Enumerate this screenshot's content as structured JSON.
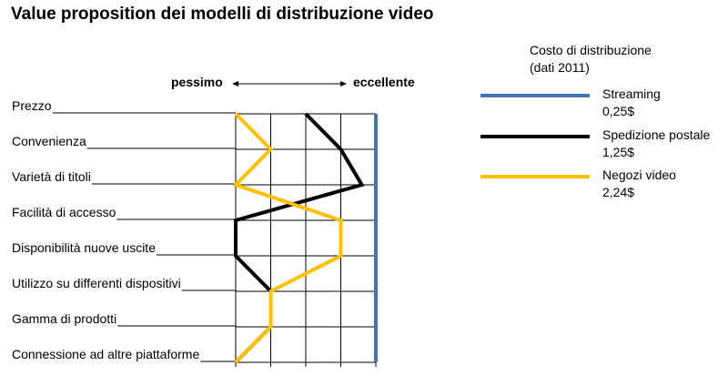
{
  "title": "Value proposition dei modelli di distribuzione video",
  "chart_data": {
    "type": "line",
    "orientation": "horizontal-profile",
    "scale_left_label": "pessimo",
    "scale_right_label": "eccellente",
    "xlim": [
      0,
      4
    ],
    "categories": [
      "Prezzo",
      "Convenienza",
      "Varietà di titoli",
      "Facilità di accesso",
      "Disponibilità nuove uscite",
      "Utilizzo su differenti dispositivi",
      "Gamma di prodotti",
      "Connessione ad altre piattaforme"
    ],
    "legend_title": "Costo di distribuzione\n(dati 2011)",
    "series": [
      {
        "name": "Streaming",
        "cost": "0,25$",
        "color": "#4472C4",
        "values": [
          4,
          4,
          4,
          4,
          4,
          4,
          4,
          4
        ]
      },
      {
        "name": "Spedizione postale",
        "cost": "1,25$",
        "color": "#000000",
        "values": [
          2,
          3,
          3.6,
          0,
          0,
          1,
          1,
          0
        ]
      },
      {
        "name": "Negozi video",
        "cost": "2,24$",
        "color": "#FFC000",
        "values": [
          0,
          1,
          0,
          3,
          3,
          1,
          1,
          0
        ]
      }
    ],
    "grid": true
  }
}
